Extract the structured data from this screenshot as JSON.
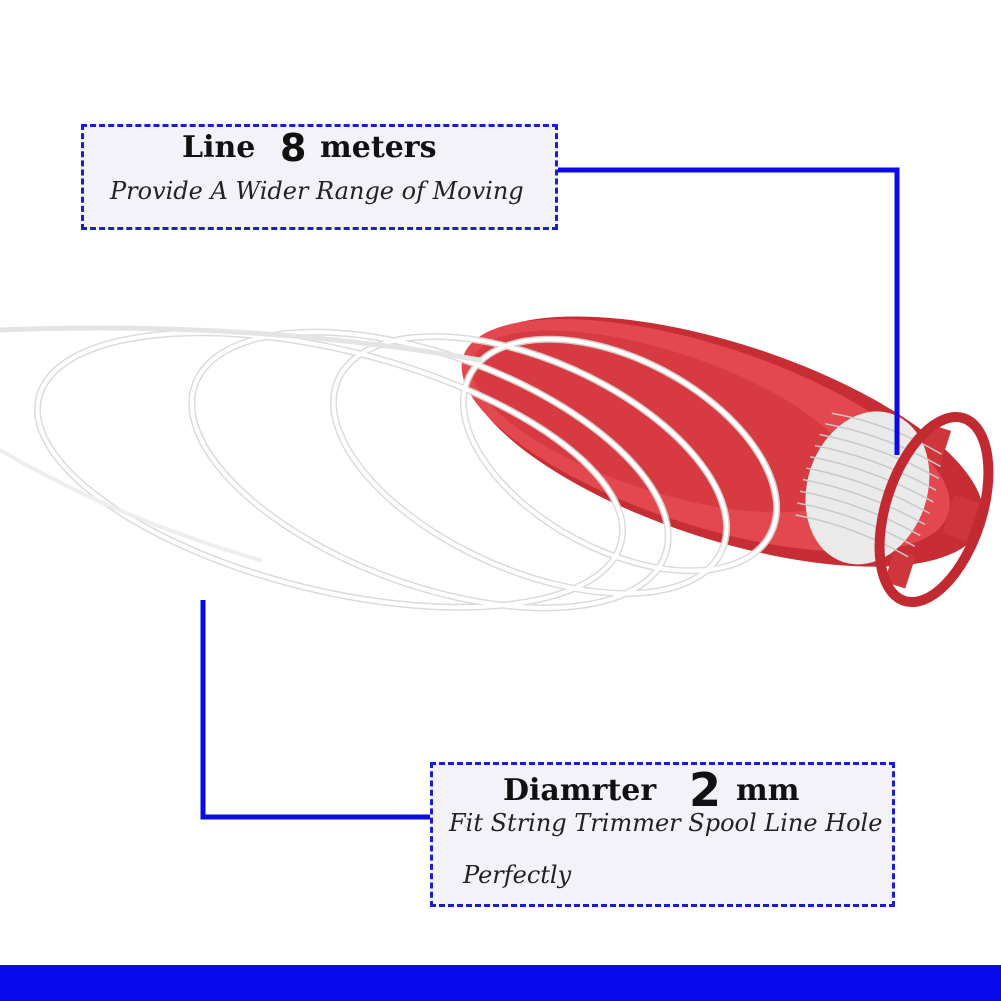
{
  "callouts": {
    "line": {
      "label": "Line",
      "number": "8",
      "unit": "meters",
      "description": "Provide A Wider Range of  Moving"
    },
    "diameter": {
      "label": "Diamrter",
      "number": "2",
      "unit": "mm",
      "description_line1": "Fit String Trimmer Spool Line Hole",
      "description_line2": "Perfectly"
    }
  },
  "colors": {
    "callout_border": "#1a1fc8",
    "leader_line": "#0a0ae6",
    "spool_red": "#d9363c",
    "bottom_band": "#0a0af0"
  }
}
